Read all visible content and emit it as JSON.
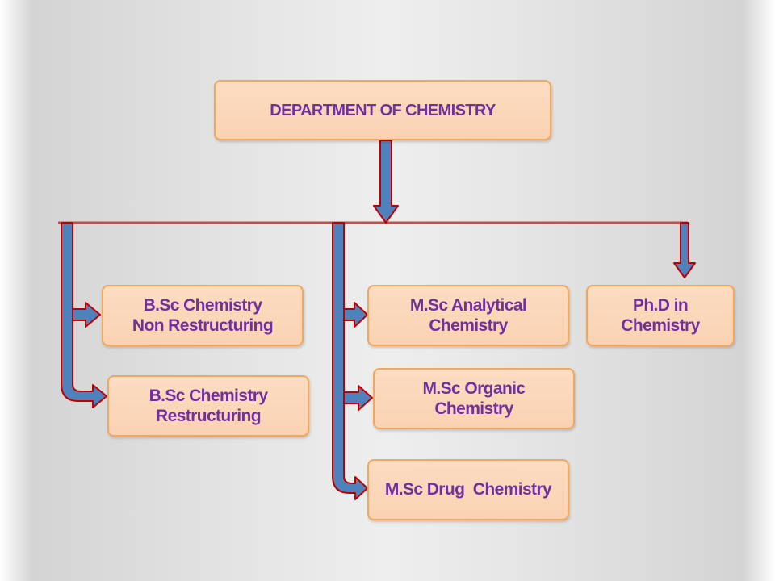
{
  "colors": {
    "box_fill": "#fcdcc2",
    "box_border": "#f5a65b",
    "text": "#7030a0",
    "connector_line": "#c0504d",
    "arrow_fill": "#4f81bd",
    "arrow_outline": "#c00000"
  },
  "nodes": {
    "department": {
      "lines": [
        "DEPARTMENT OF CHEMISTRY"
      ]
    },
    "bsc_non_restructuring": {
      "lines": [
        "B.Sc Chemistry",
        "Non Restructuring"
      ]
    },
    "bsc_restructuring": {
      "lines": [
        "B.Sc Chemistry",
        "Restructuring"
      ]
    },
    "msc_analytical": {
      "lines": [
        "M.Sc Analytical",
        "Chemistry"
      ]
    },
    "msc_organic": {
      "lines": [
        "M.Sc Organic",
        "Chemistry"
      ]
    },
    "msc_drug": {
      "lines": [
        "M.Sc Drug  Chemistry"
      ]
    },
    "phd": {
      "lines": [
        "Ph.D in",
        "Chemistry"
      ]
    }
  },
  "edges": [
    {
      "from": "department",
      "to": "bsc_non_restructuring"
    },
    {
      "from": "department",
      "to": "bsc_restructuring"
    },
    {
      "from": "department",
      "to": "msc_analytical"
    },
    {
      "from": "department",
      "to": "msc_organic"
    },
    {
      "from": "department",
      "to": "msc_drug"
    },
    {
      "from": "department",
      "to": "phd"
    }
  ]
}
